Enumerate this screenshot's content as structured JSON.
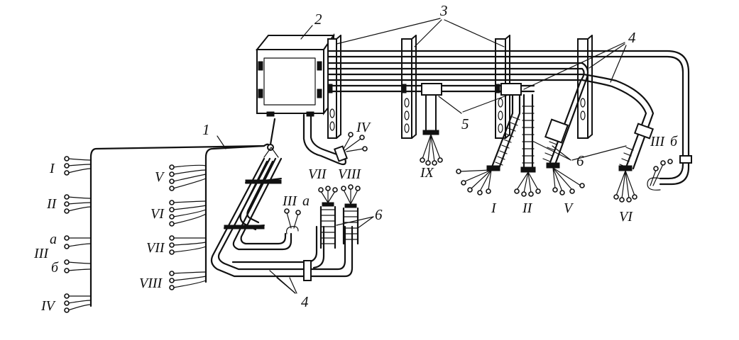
{
  "labels": {
    "n1": "1",
    "n2": "2",
    "n3": "3",
    "n4a": "4",
    "n4b": "4",
    "n5": "5",
    "n6a": "6",
    "n6b": "6"
  },
  "left_groups": [
    "I",
    "II",
    "a",
    "III",
    "б",
    "IV"
  ],
  "mid_groups": [
    "V",
    "VI",
    "VII",
    "VIII"
  ],
  "bundle_labels": {
    "IVtop": "IV",
    "VII": "VII",
    "VIII": "VIII",
    "IIIa_num": "III",
    "IIIa_let": "a",
    "IX": "IX",
    "I": "I",
    "II": "II",
    "V": "V",
    "VI": "VI",
    "IIIb_num": "III",
    "IIIb_let": "б"
  }
}
